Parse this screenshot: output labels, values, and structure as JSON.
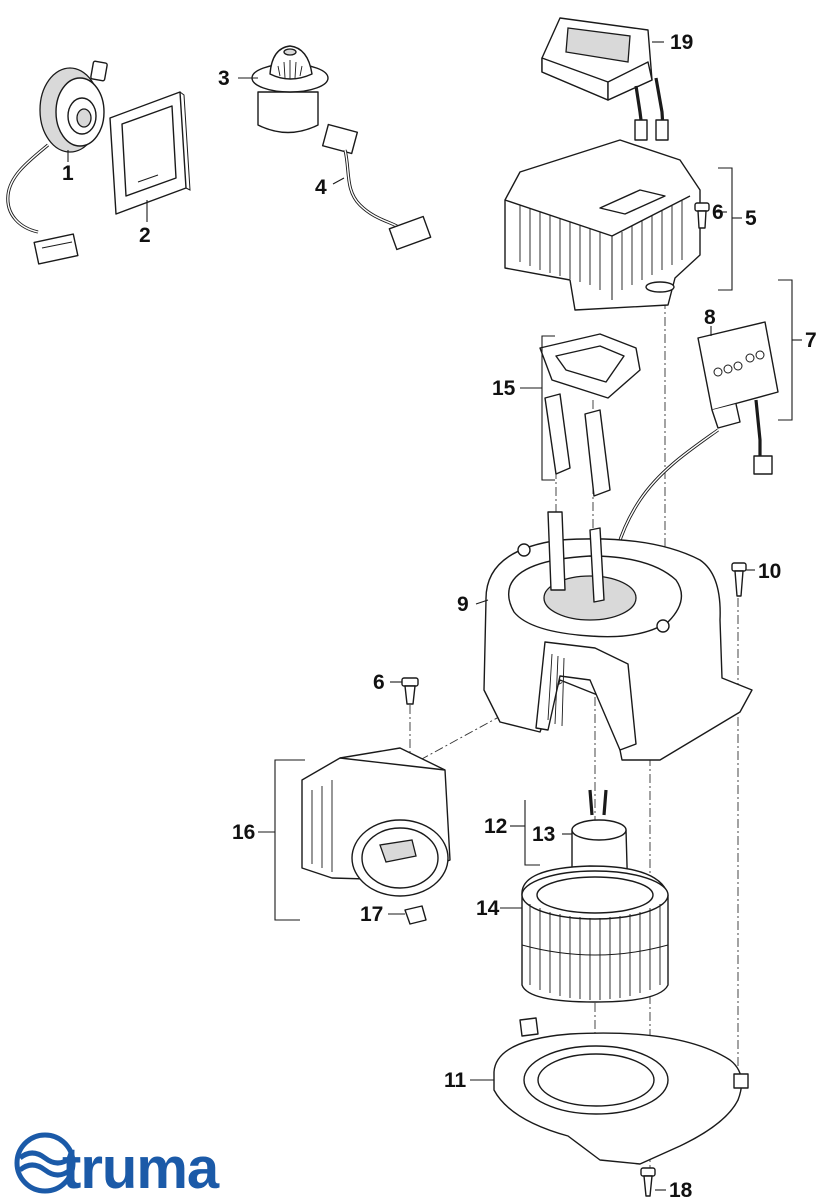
{
  "brand": {
    "name": "truma",
    "color": "#1b5aa8"
  },
  "callouts": {
    "c1": "1",
    "c2": "2",
    "c3": "3",
    "c4": "4",
    "c5": "5",
    "c6a": "6",
    "c6b": "6",
    "c7": "7",
    "c8": "8",
    "c9": "9",
    "c10": "10",
    "c11": "11",
    "c12": "12",
    "c13": "13",
    "c14": "14",
    "c15": "15",
    "c16": "16",
    "c17": "17",
    "c18": "18",
    "c19": "19"
  }
}
